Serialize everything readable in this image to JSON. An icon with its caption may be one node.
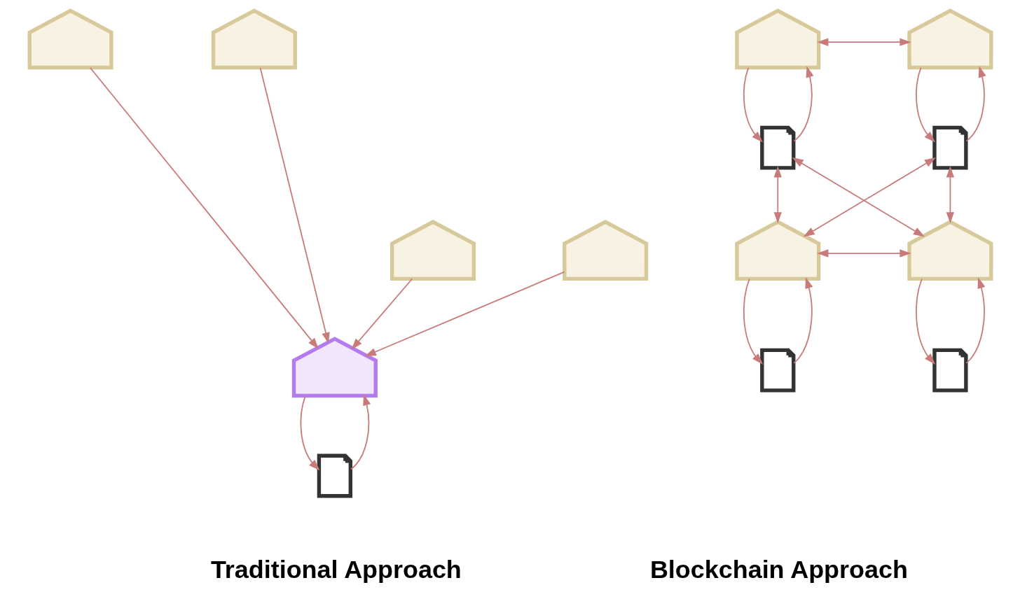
{
  "diagram": {
    "nodes": [
      {
        "text": [],
        "shape": "house"
      },
      {
        "text": [],
        "shape": "house"
      },
      {
        "text": [],
        "shape": "house"
      },
      {
        "text": [],
        "shape": "document"
      },
      {
        "text": [],
        "shape": "house"
      },
      {
        "text": [],
        "shape": "house"
      },
      {
        "text": [],
        "shape": "house"
      },
      {
        "text": [],
        "shape": "house"
      },
      {
        "text": [],
        "shape": "document"
      },
      {
        "text": [],
        "shape": "document"
      },
      {
        "text": [],
        "shape": "house"
      },
      {
        "text": [],
        "shape": "house"
      },
      {
        "text": [],
        "shape": "document"
      },
      {
        "text": [],
        "shape": "document"
      }
    ],
    "edges": [
      {
        "from": 0,
        "to": 2,
        "arrow": "to"
      },
      {
        "from": 1,
        "to": 2,
        "arrow": "to"
      },
      {
        "from": 4,
        "to": 2,
        "arrow": "to"
      },
      {
        "from": 5,
        "to": 2,
        "arrow": "to"
      },
      {
        "from": 2,
        "to": 3,
        "arrow": "to"
      },
      {
        "from": 3,
        "to": 2,
        "arrow": "to"
      },
      {
        "from": 6,
        "to": 7,
        "arrow": "both"
      },
      {
        "from": 6,
        "to": 8,
        "arrow": "to"
      },
      {
        "from": 8,
        "to": 6,
        "arrow": "to"
      },
      {
        "from": 7,
        "to": 9,
        "arrow": "to"
      },
      {
        "from": 9,
        "to": 7,
        "arrow": "to"
      },
      {
        "from": 8,
        "to": 10,
        "arrow": "both"
      },
      {
        "from": 9,
        "to": 11,
        "arrow": "both"
      },
      {
        "from": 8,
        "to": 11,
        "arrow": "both"
      },
      {
        "from": 9,
        "to": 10,
        "arrow": "both"
      },
      {
        "from": 10,
        "to": 11,
        "arrow": "both"
      },
      {
        "from": 10,
        "to": 12,
        "arrow": "to"
      },
      {
        "from": 12,
        "to": 10,
        "arrow": "to"
      },
      {
        "from": 11,
        "to": 13,
        "arrow": "to"
      },
      {
        "from": 13,
        "to": 11,
        "arrow": "to"
      }
    ],
    "labels": [
      "Traditional Approach",
      "Blockchain Approach"
    ]
  }
}
